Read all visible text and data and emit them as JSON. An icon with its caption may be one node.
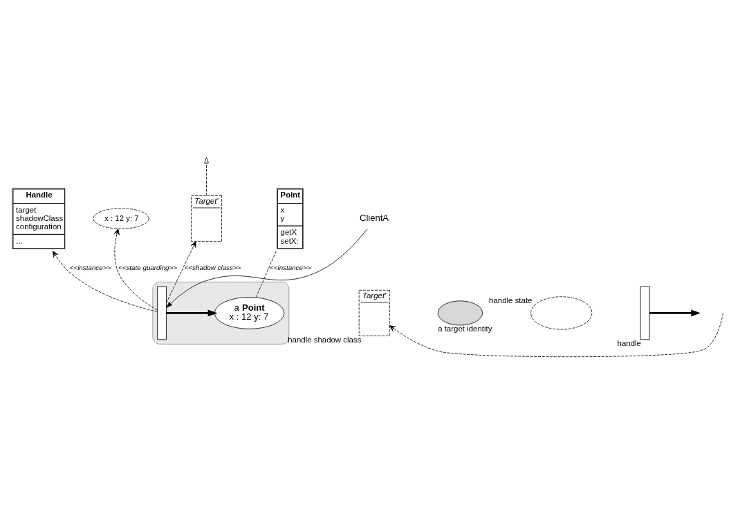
{
  "diagram": {
    "nodes": [
      {
        "text": [
          "Handle",
          "target shadowClass configuration",
          "..."
        ]
      },
      {
        "text": [
          "x : 12 y: 7"
        ]
      },
      {
        "text": [
          "Target'"
        ]
      },
      {
        "text": [
          "Point",
          "x y",
          "getX setX:"
        ]
      },
      {
        "text": [],
        "shape": "cloud"
      },
      {
        "text": [],
        "shape": "bar",
        "in": 4
      },
      {
        "text": [
          "a **Point**",
          "x : 12 y: 7"
        ],
        "in": 4
      },
      {
        "text": [
          "ClientA"
        ]
      },
      {
        "text": [
          "Target'"
        ],
        "beside": [
          "handle shadow class"
        ]
      },
      {
        "text": [],
        "shape": "cloud",
        "beside": [
          "a target identity"
        ]
      },
      {
        "text": [],
        "shape": "ellipse",
        "beside": [
          "handle state"
        ]
      },
      {
        "text": [],
        "shape": "bar",
        "beside": [
          "handle"
        ]
      }
    ],
    "edges": [
      {
        "from": 5,
        "to": 0,
        "arrow": "to",
        "style": "dashed",
        "label": "<<instance>>"
      },
      {
        "from": 5,
        "to": 1,
        "arrow": "to",
        "style": "dashed",
        "label": "<<state guarding>>"
      },
      {
        "from": 5,
        "to": 2,
        "arrow": "to",
        "style": "dashed",
        "label": "<<shadow class>>"
      },
      {
        "from": 6,
        "to": 3,
        "arrow": "none",
        "style": "dashed",
        "label": "<<instance>>"
      },
      {
        "from": 7,
        "to": 5,
        "arrow": "to"
      },
      {
        "from": 5,
        "to": 6,
        "arrow": "to",
        "style": "thick"
      },
      {
        "from": 2,
        "to": null,
        "arrow": "to",
        "style": "dashed"
      },
      {
        "from": null,
        "to": 8,
        "arrow": "to",
        "style": "dashed"
      },
      {
        "from": 11,
        "to": null,
        "arrow": "to",
        "style": "thick"
      }
    ]
  }
}
